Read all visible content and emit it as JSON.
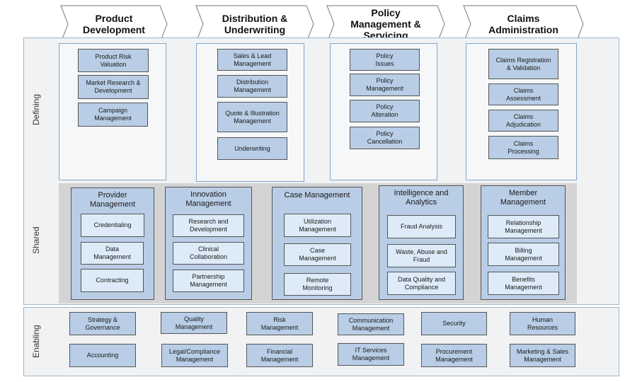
{
  "headers": [
    {
      "label": "Product\nDevelopment"
    },
    {
      "label": "Distribution &\nUnderwriting"
    },
    {
      "label": "Policy\nManagement &\nServicing"
    },
    {
      "label": "Claims\nAdministration"
    }
  ],
  "rows": {
    "defining": "Defining",
    "shared": "Shared",
    "enabling": "Enabling"
  },
  "defining": {
    "col1": [
      "Product Risk\nValuation",
      "Market Research &\nDevelopment",
      "Campaign\nManagement"
    ],
    "col2": [
      "Sales & Lead\nManagement",
      "Distribution\nManagement",
      "Quote & Illustration\nManagement",
      "Underwriting"
    ],
    "col3": [
      "Policy\nIssues",
      "Policy\nManagement",
      "Policy\nAlteration",
      "Policy\nCancellation"
    ],
    "col4": [
      "Claims Registration\n& Validation",
      "Claims\nAssessment",
      "Claims\nAdjudication",
      "Claims\nProcessing"
    ]
  },
  "shared": [
    {
      "title": "Provider\nManagement",
      "items": [
        "Credentialing",
        "Data\nManagement",
        "Contracting"
      ]
    },
    {
      "title": "Innovation\nManagement",
      "items": [
        "Research and\nDevelopment",
        "Clinical\nCollaboration",
        "Partnership\nManagement"
      ]
    },
    {
      "title": "Case Management",
      "items": [
        "Utilization\nManagement",
        "Case\nManagement",
        "Remote\nMonitoring"
      ]
    },
    {
      "title": "Intelligence and\nAnalytics",
      "items": [
        "Fraud Analysis",
        "Waste, Abuse and\nFraud",
        "Data Quality and\nCompliance"
      ]
    },
    {
      "title": "Member\nManagement",
      "items": [
        "Relationship\nManagement",
        "Billing\nManagement",
        "Benefits\nManagement"
      ]
    }
  ],
  "enabling": {
    "top": [
      "Strategy &\nGovernance",
      "Quality\nManagement",
      "Risk\nManagement",
      "Communication\nManagement",
      "Security",
      "Human\nResources"
    ],
    "bottom": [
      "Accounting",
      "Legal/Compliance\nManagement",
      "Financial\nManagement",
      "IT Services\nManagement",
      "Procurement\nManagement",
      "Marketing & Sales\nManagement"
    ]
  },
  "colors": {
    "box": "#b9cde6",
    "inner": "#dcebf7",
    "panel_border": "#7fa6cc",
    "shared_bg": "#d4d4d4",
    "band": "#f1f2f3"
  }
}
